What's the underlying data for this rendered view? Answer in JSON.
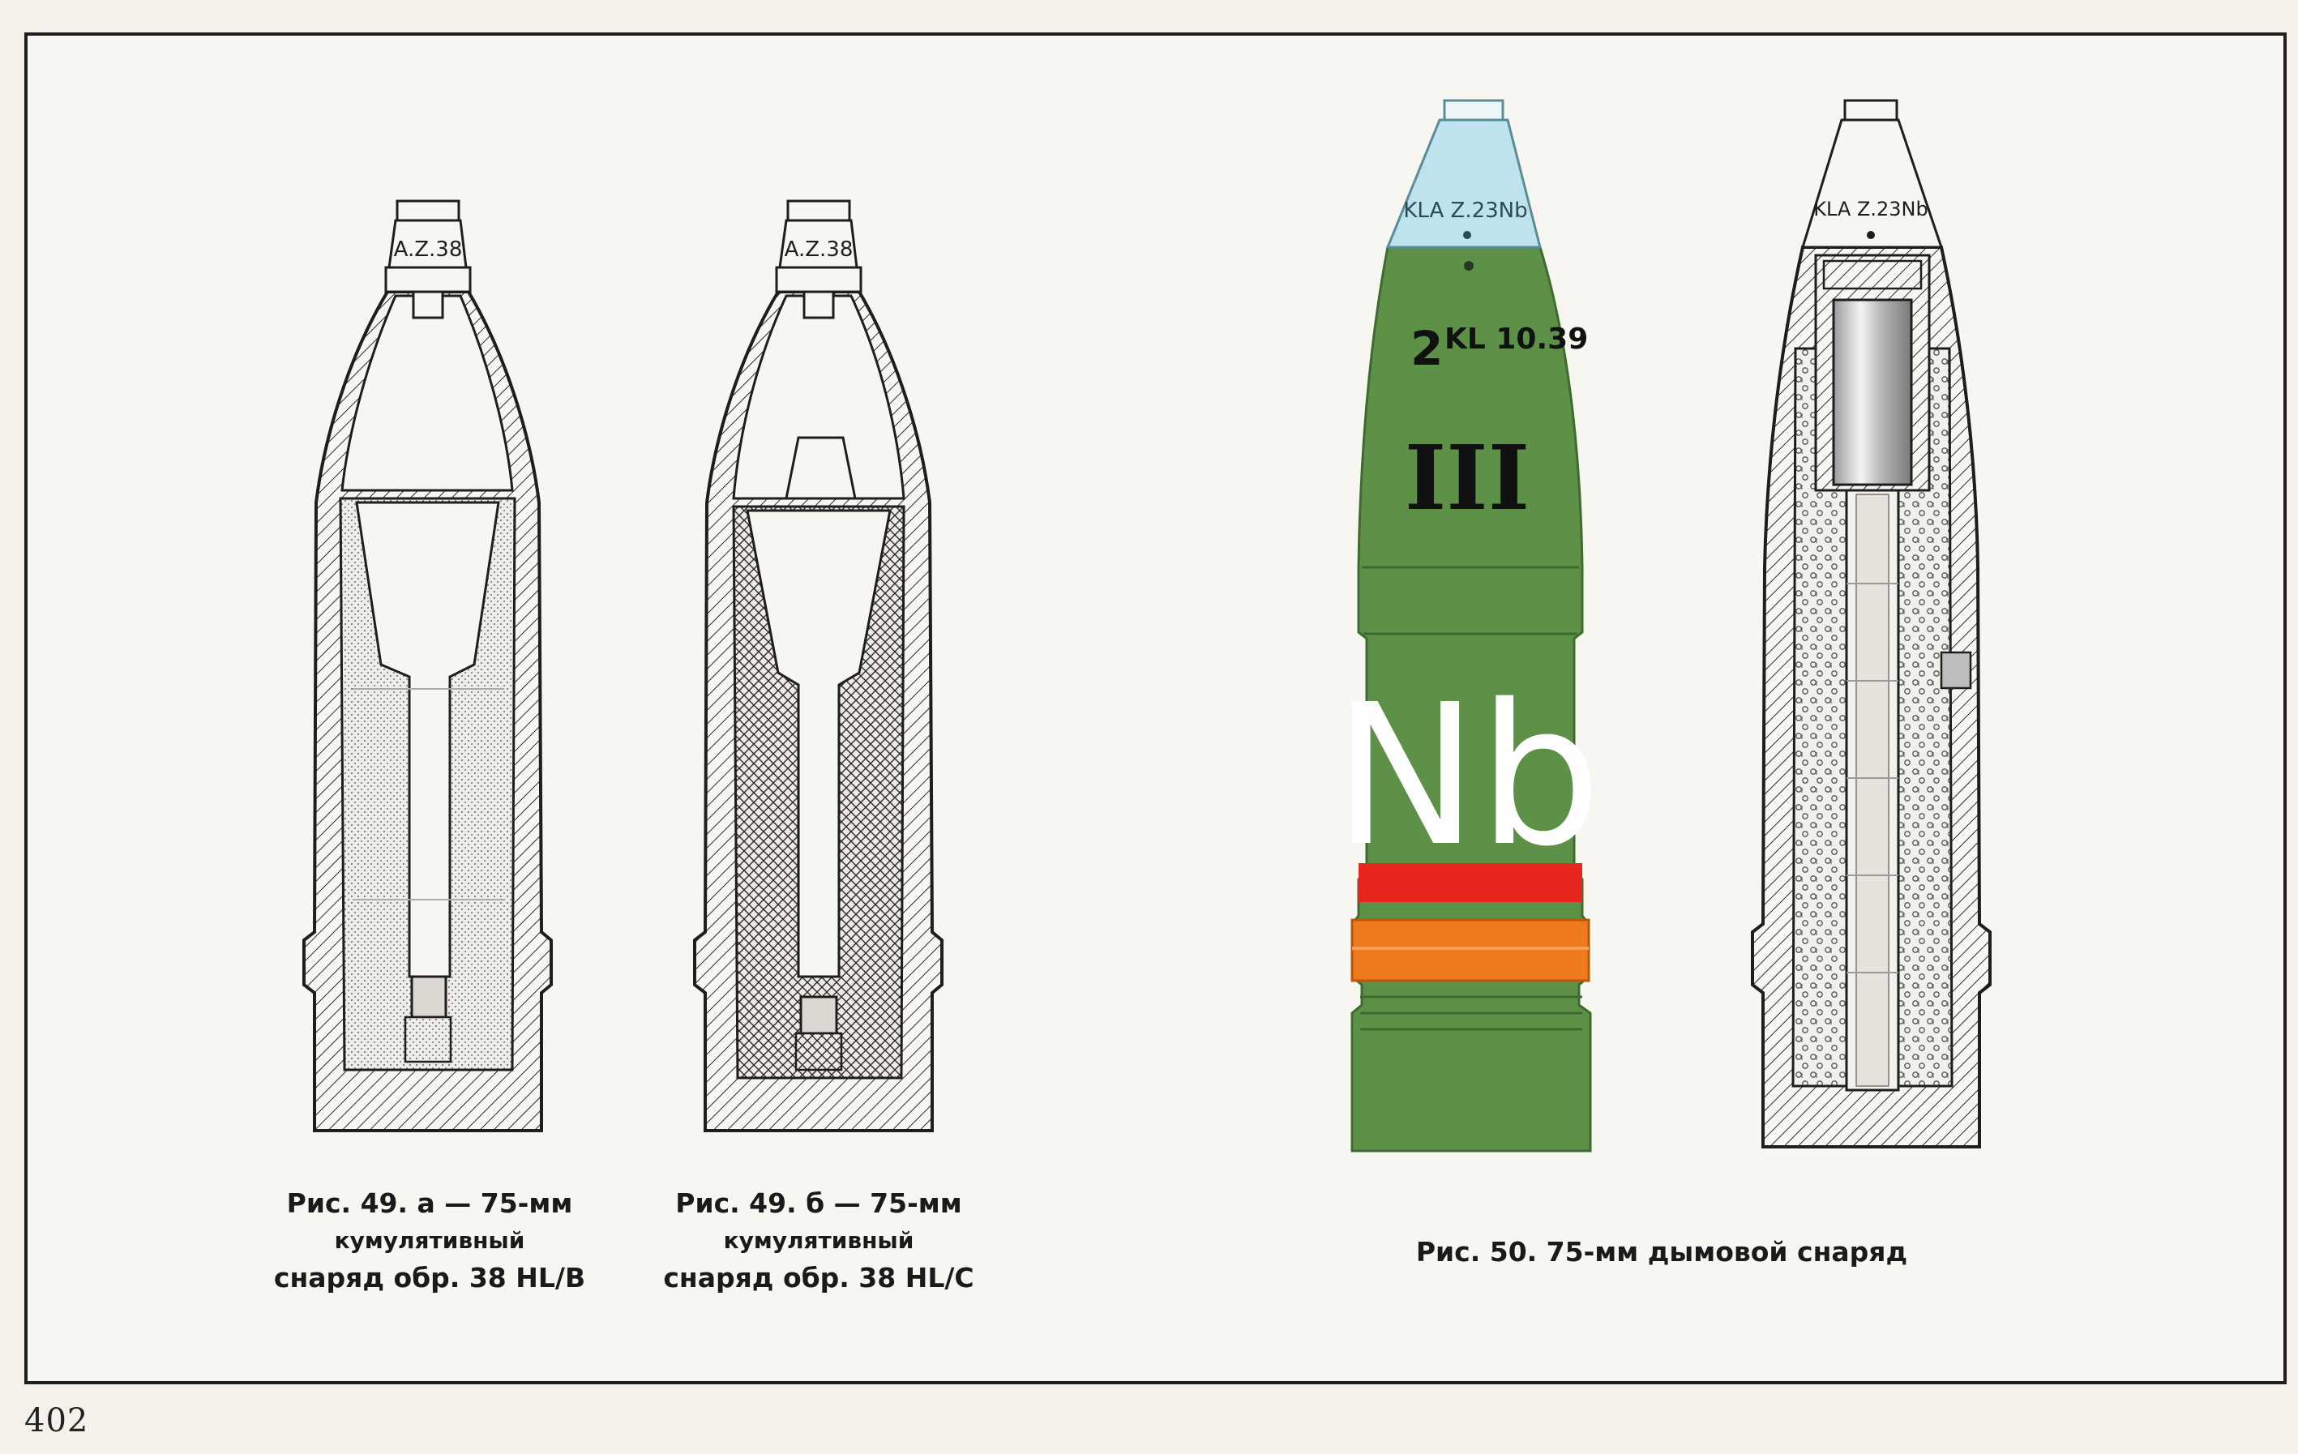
{
  "page_number": "402",
  "figures": [
    {
      "id": "fig49a",
      "fuze_marking": "A.Z.38",
      "caption": [
        "Рис. 49. а — 75-мм",
        "кумулятивный",
        "снаряд обр. 38 HL/B"
      ]
    },
    {
      "id": "fig49b",
      "fuze_marking": "A.Z.38",
      "caption": [
        "Рис. 49. б — 75-мм",
        "кумулятивный",
        "снаряд обр. 38 HL/C"
      ]
    },
    {
      "id": "fig50",
      "fuze_marking": "KLA Z.23Nb",
      "body_marking": {
        "number": "2",
        "lot": "KL 10.39",
        "roman": "III",
        "type": "Nb"
      },
      "section_fuze_marking": "KLA Z.23Nb",
      "caption": [
        "Рис. 50. 75-мм дымовой снаряд"
      ]
    }
  ],
  "colors": {
    "shell_green": "#5e9148",
    "nose_blue": "#bfe3ec",
    "band_red": "#e7271e",
    "band_orange": "#ef7a1d",
    "ink": "#1e1e1e",
    "paper": "#f7f6f1"
  }
}
